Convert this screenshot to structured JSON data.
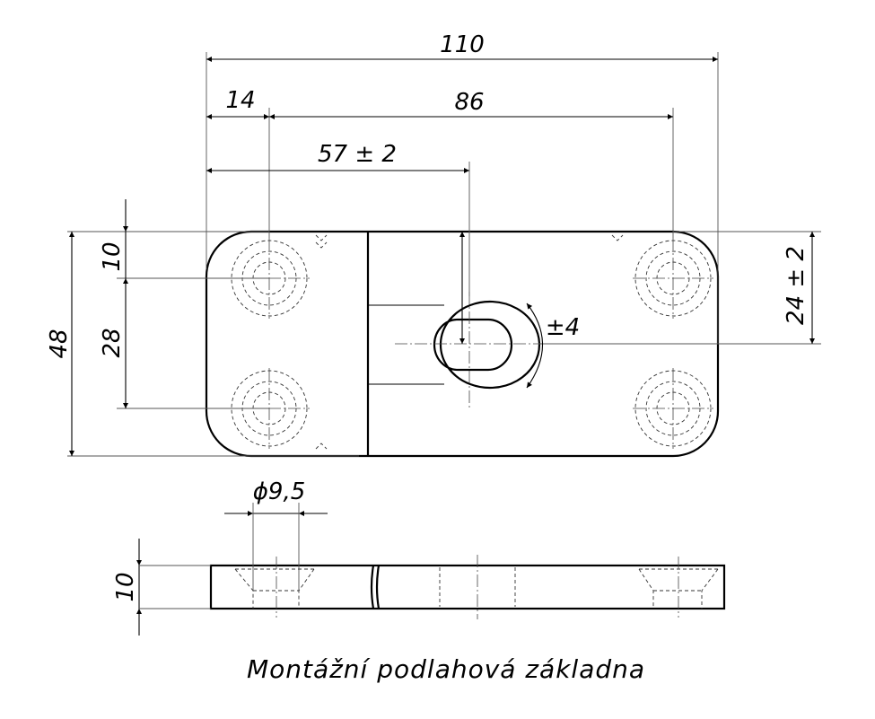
{
  "dimensions": {
    "overall_length": "110",
    "hole_offset": "14",
    "hole_spacing": "86",
    "center_position": "57 ± 2",
    "height": "48",
    "top_offset": "10",
    "hole_vertical_spacing": "28",
    "side_tolerance": "24 ± 2",
    "rotation": "±4",
    "hole_diameter": "ϕ9,5",
    "thickness": "10"
  },
  "title": "Montážní podlahová základna"
}
